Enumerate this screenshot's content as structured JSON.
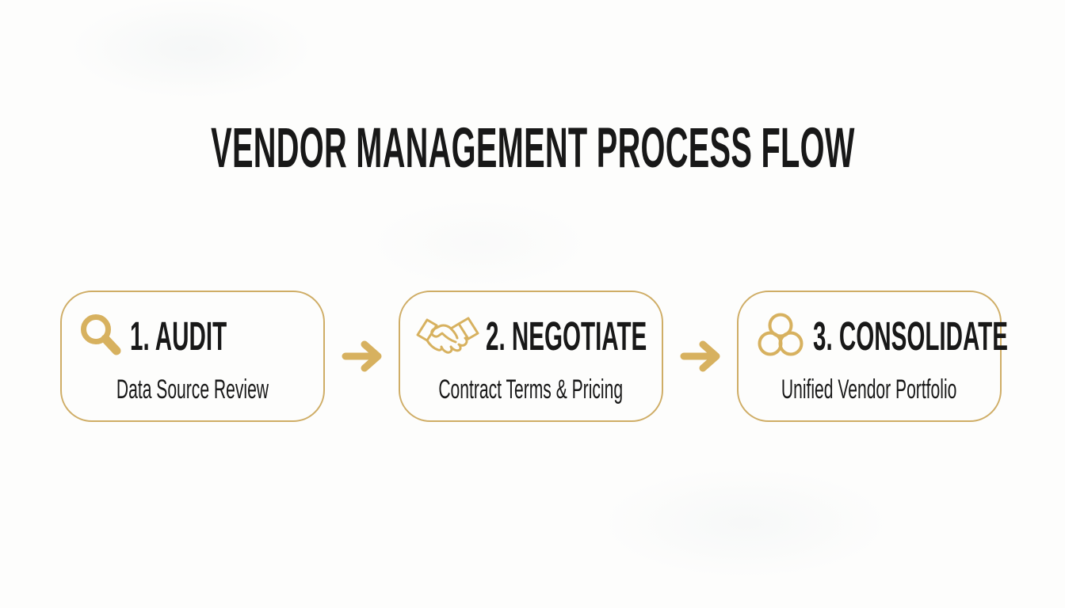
{
  "title": "VENDOR MANAGEMENT PROCESS FLOW",
  "colors": {
    "gold": "#D7B15F",
    "border_gold": "#CFAD66",
    "text": "#181818",
    "background": "#FDFDFC"
  },
  "steps": [
    {
      "heading": "1. AUDIT",
      "subtitle": "Data Source Review",
      "icon": "search-icon"
    },
    {
      "heading": "2. NEGOTIATE",
      "subtitle": "Contract Terms & Pricing",
      "icon": "handshake-icon"
    },
    {
      "heading": "3. CONSOLIDATE",
      "subtitle": "Unified Vendor Portfolio",
      "icon": "venn-circles-icon"
    }
  ],
  "connectors": [
    {
      "icon": "arrow-right-icon"
    },
    {
      "icon": "arrow-right-icon"
    }
  ]
}
